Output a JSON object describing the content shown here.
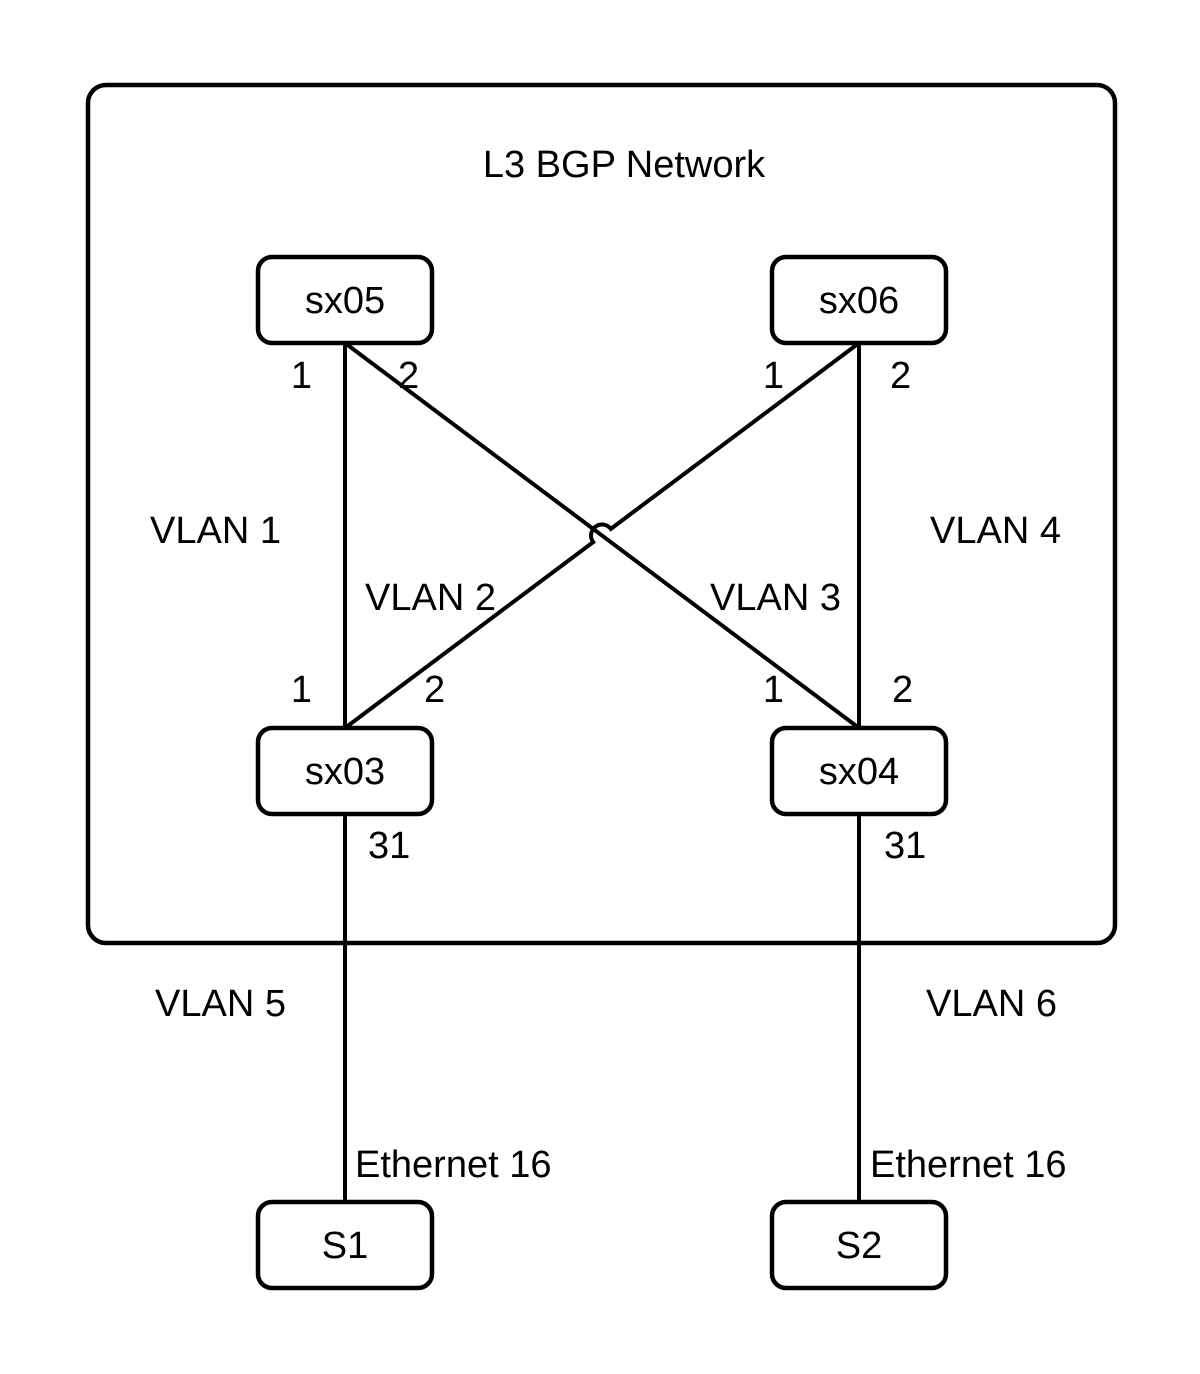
{
  "title": "L3 BGP Network",
  "nodes": {
    "sx05": {
      "label": "sx05"
    },
    "sx06": {
      "label": "sx06"
    },
    "sx03": {
      "label": "sx03"
    },
    "sx04": {
      "label": "sx04"
    },
    "s1": {
      "label": "S1"
    },
    "s2": {
      "label": "S2"
    }
  },
  "ports": {
    "sx05_p1": "1",
    "sx05_p2": "2",
    "sx06_p1": "1",
    "sx06_p2": "2",
    "sx03_p1": "1",
    "sx03_p2": "2",
    "sx04_p1": "1",
    "sx04_p2": "2",
    "sx03_p31": "31",
    "sx04_p31": "31"
  },
  "link_labels": {
    "vlan1": "VLAN 1",
    "vlan2": "VLAN 2",
    "vlan3": "VLAN 3",
    "vlan4": "VLAN 4",
    "vlan5": "VLAN 5",
    "vlan6": "VLAN 6",
    "ethernet_left": "Ethernet 16",
    "ethernet_right": "Ethernet 16"
  },
  "colors": {
    "stroke": "#000000",
    "text": "#000000",
    "background": "#ffffff",
    "node_fill": "#ffffff"
  }
}
